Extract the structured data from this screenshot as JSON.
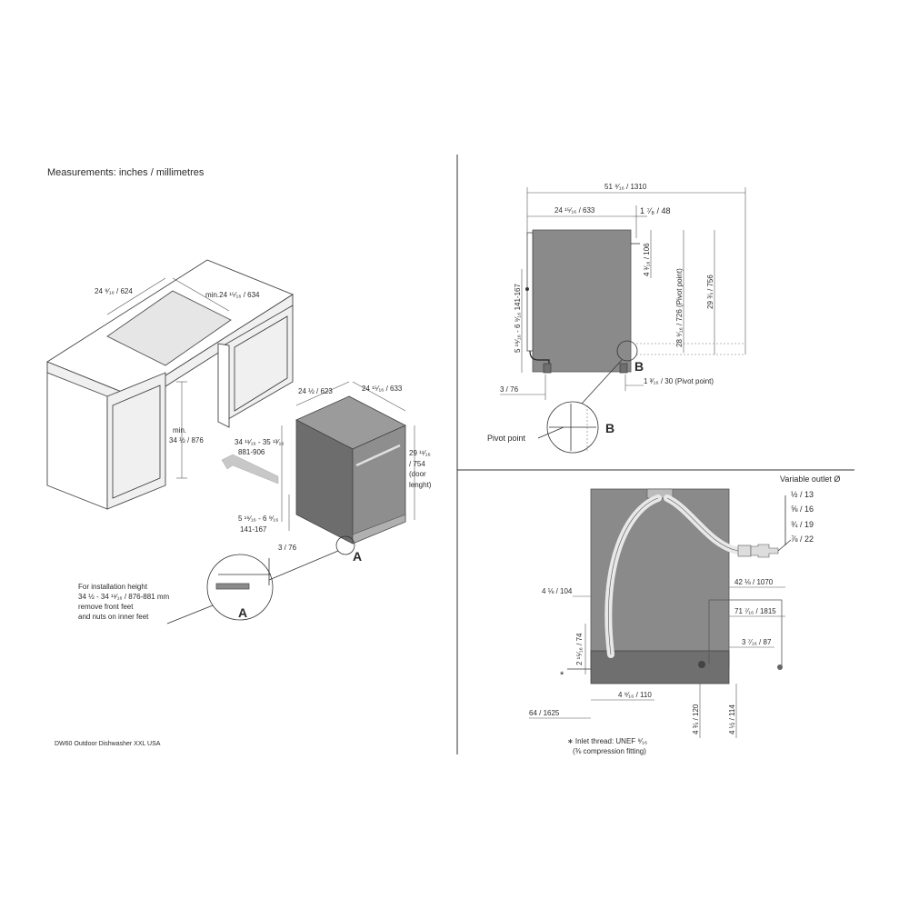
{
  "header": {
    "measurements_title": "Measurements: inches / millimetres"
  },
  "footer": {
    "model": "DW60 Outdoor Dishwasher XXL USA"
  },
  "left_view": {
    "dim_width_cabinet": "24 ⁹⁄₁₆ / 624",
    "dim_min_opening": "min.24 ¹⁵⁄₁₆  / 634",
    "dim_min_height_1": "min.",
    "dim_min_height_2": "34 ½ / 876",
    "dim_dw_width": "24 ½ / 623",
    "dim_dw_depth": "24 ¹⁵⁄₁₆  / 633",
    "dim_height_1": "34 ¹¹⁄₁₆ - 35 ¹³⁄₁₆",
    "dim_height_2": "881-906",
    "dim_door_1": "29 ¹¹⁄₁₆",
    "dim_door_2": "/ 754",
    "dim_door_3": "(door",
    "dim_door_4": "lenght)",
    "dim_feet_1": "5 ¹⁶⁄₁₆ - 6 ⁹⁄₁₆",
    "dim_feet_2": "141-167",
    "dim_plinth": "3 / 76",
    "detail_marker": "A",
    "note_1": "For installation height",
    "note_2": "34 ½ - 34 ¹¹⁄₁₆ /  876-881 mm",
    "note_3": "remove front feet",
    "note_4": "and nuts on inner feet"
  },
  "side_view": {
    "dim_overall": "51 ⁹⁄₁₆ / 1310",
    "dim_depth": "24 ¹⁵⁄₁₆  / 633",
    "dim_offset": "1 ⁷⁄₈ / 48",
    "dim_height_pivot": "28 ⁹⁄₁₆ / 726 (Pivot point)",
    "dim_height_total": "29 ¾ / 756",
    "dim_upper": "4 ³⁄₁₆ / 106",
    "dim_feet_side": "5 ¹⁶⁄₁₆ - 6 ⁹⁄₁₆  141-167",
    "dim_plinth_side": "3 / 76",
    "dim_pivot_offset": "1 ³⁄₁₆ / 30 (Pivot point)",
    "detail_marker": "B",
    "pivot_label": "Pivot point"
  },
  "rear_view": {
    "outlet_title": "Variable outlet Ø",
    "outlets": [
      "½ / 13",
      "⅝ / 16",
      "¾ / 19",
      "⅞ / 22"
    ],
    "dim_hose_1070": "42 ⅛ / 1070",
    "dim_left_104": "4 ⅛ / 104",
    "dim_hose_1815": "71 ⁷⁄₁₆ / 1815",
    "dim_87": "3 ⁷⁄₁₆ / 87",
    "dim_74": "2 ¹⁵⁄₁₆ / 74",
    "dim_110": "4 ⁹⁄₁₆ / 110",
    "dim_1625": "64 / 1625",
    "dim_120": "4 ¾ / 120",
    "dim_114": "4 ½ / 114",
    "asterisk": "*",
    "inlet_1": "∗ Inlet thread: UNEF ⁹⁄₁₆",
    "inlet_2": "(⅜ compression fitting)"
  }
}
